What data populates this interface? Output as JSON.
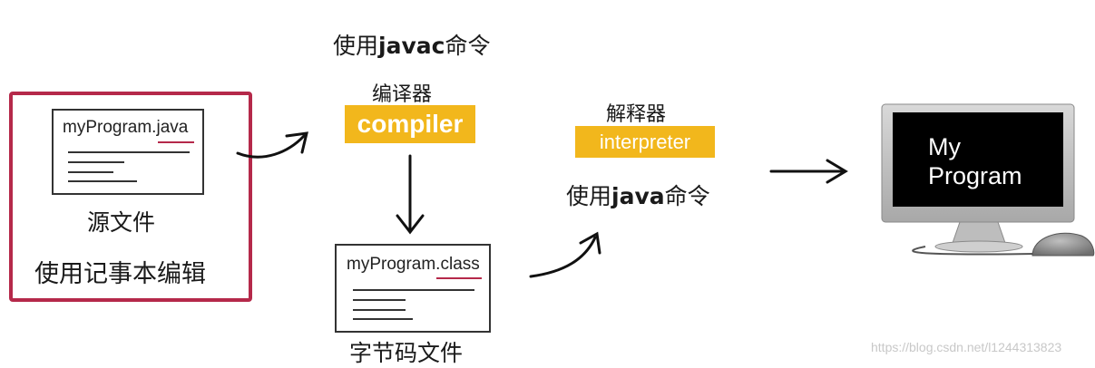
{
  "source_file": {
    "filename_prefix": "myProgram.",
    "filename_ext": "java",
    "caption": "源文件",
    "edit_note": "使用记事本编辑"
  },
  "compiler": {
    "command_prefix": "使用",
    "command_name": "javac",
    "command_suffix": "命令",
    "title": "编译器",
    "tag": "compiler"
  },
  "bytecode_file": {
    "filename_prefix": "myProgram.",
    "filename_ext": "class",
    "caption": "字节码文件"
  },
  "interpreter": {
    "title": "解释器",
    "tag": "interpreter",
    "command_prefix": "使用",
    "command_name": "java",
    "command_suffix": "命令"
  },
  "monitor": {
    "line1": "My",
    "line2": "Program"
  },
  "watermark": "https://blog.csdn.net/l1244313823",
  "colors": {
    "highlight": "#b5294a",
    "tag_bg": "#f2b71c",
    "screen": "#000000"
  }
}
